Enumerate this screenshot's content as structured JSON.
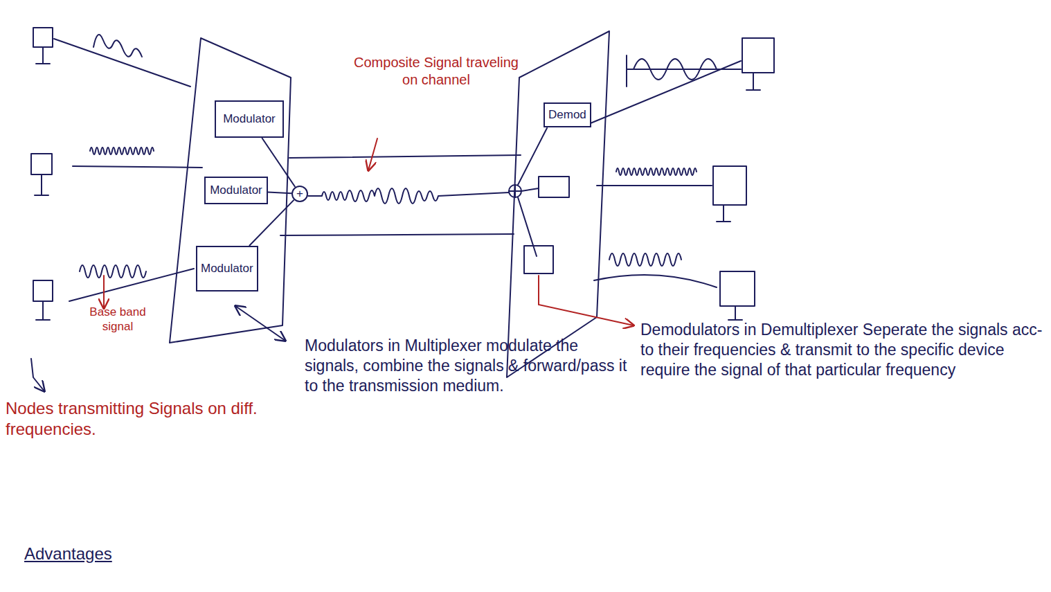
{
  "diagram": {
    "nodes": [
      {
        "text": [
          "Modulator"
        ]
      },
      {
        "text": [
          "Modulator"
        ]
      },
      {
        "text": [
          "Modulator"
        ]
      },
      {
        "text": [
          "+"
        ]
      },
      {
        "text": [
          "Demod"
        ]
      }
    ],
    "edges": [
      {
        "from": 0,
        "to": 3,
        "arrow": "none"
      },
      {
        "from": 1,
        "to": 3,
        "arrow": "none"
      },
      {
        "from": 2,
        "to": 3,
        "arrow": "none"
      }
    ],
    "labels": [
      "Composite Signal traveling on channel",
      "Base band signal",
      "Nodes transmitting Signals on diff. frequencies.",
      "Modulators in Multiplexer modulate the signals, combine the signals & forward/pass it to the transmission medium.",
      "Demodulators in Demultiplexer Seperate the signals acc- to their frequencies & transmit to the specific device require the signal of that particular frequency",
      "Advantages"
    ]
  }
}
